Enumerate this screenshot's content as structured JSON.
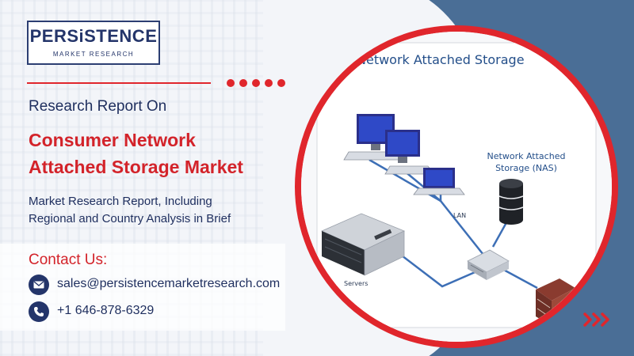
{
  "brand": {
    "logo_main": "PERSiSTENCE",
    "logo_sub": "MARKET RESEARCH"
  },
  "headline": {
    "eyebrow": "Research Report On",
    "title_line1": "Consumer Network",
    "title_line2": "Attached Storage Market",
    "description_line1": "Market Research Report, Including",
    "description_line2": "Regional and Country Analysis in Brief"
  },
  "contact": {
    "heading": "Contact Us:",
    "email": "sales@persistencemarketresearch.com",
    "phone": "+1 646-878-6329",
    "email_icon": "envelope-icon",
    "phone_icon": "phone-icon"
  },
  "diagram": {
    "title": "Network Attached Storage",
    "nas_label_line1": "Network Attached",
    "nas_label_line2": "Storage (NAS)",
    "lan_label": "LAN",
    "servers_label": "Servers"
  },
  "colors": {
    "accent_red": "#e0262c",
    "navy": "#24356a",
    "steel_blue": "#4a6e96"
  }
}
